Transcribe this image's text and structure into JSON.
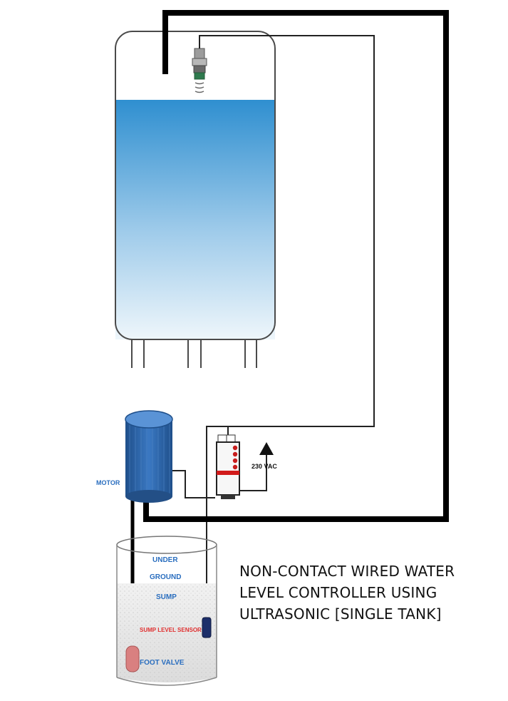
{
  "labels": {
    "motor": "MOTOR",
    "voltage": "230 VAC",
    "sump_line1": "UNDER",
    "sump_line2": "GROUND",
    "sump_line3": "SUMP",
    "sump_sensor": "SUMP LEVEL SENSOR",
    "foot_valve": "FOOT VALVE"
  },
  "title": {
    "line1": "NON-CONTACT WIRED WATER",
    "line2": "LEVEL CONTROLLER USING",
    "line3": "ULTRASONIC [SINGLE TANK]"
  },
  "colors": {
    "water_top": "#2f8fd0",
    "water_bottom": "#eef6fb",
    "motor_body": "#2e66a8",
    "pipe": "#000000",
    "controller_stripe": "#d11b1b",
    "sensor_label": "#e03030",
    "label_blue": "#2a6ebf"
  }
}
